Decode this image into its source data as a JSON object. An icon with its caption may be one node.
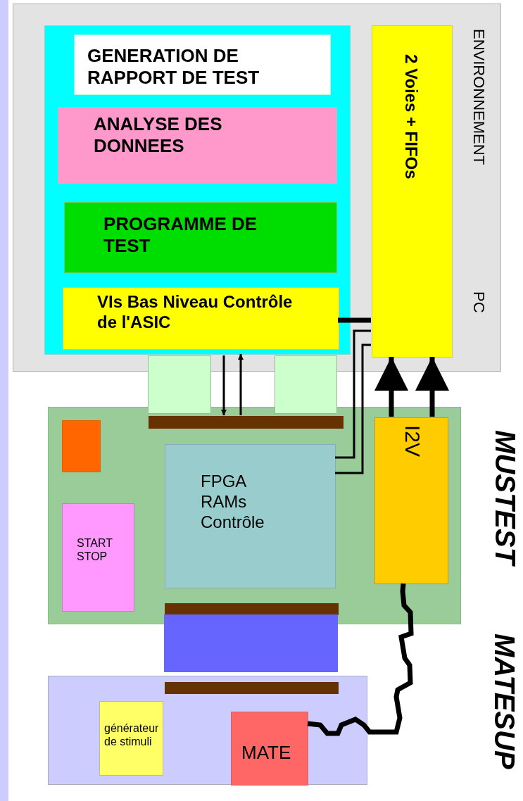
{
  "diagram": {
    "nodes": [
      {
        "text": [
          "ENVIRONNEMENT",
          "PC"
        ]
      },
      {
        "text": [],
        "shape": "box",
        "in": 0
      },
      {
        "text": [
          "GENERATION DE RAPPORT DE TEST"
        ],
        "in": 1
      },
      {
        "text": [
          "ANALYSE DES DONNEES"
        ],
        "in": 1
      },
      {
        "text": [
          "PROGRAMME DE TEST"
        ],
        "in": 1
      },
      {
        "text": [
          "VIs Bas Niveau Contrôle de l'ASIC"
        ],
        "in": 1
      },
      {
        "text": [
          "2 Voies + FIFOs"
        ],
        "in": 0
      },
      {
        "text": [
          "MUSTEST"
        ]
      },
      {
        "text": [],
        "shape": "box"
      },
      {
        "text": [],
        "shape": "box"
      },
      {
        "text": [],
        "shape": "bar",
        "in": 7
      },
      {
        "text": [],
        "shape": "box",
        "in": 7
      },
      {
        "text": [
          "START STOP"
        ],
        "in": 7
      },
      {
        "text": [
          "FPGA RAMs Contrôle"
        ],
        "in": 7
      },
      {
        "text": [
          "I2V"
        ],
        "in": 7
      },
      {
        "text": [],
        "shape": "bar",
        "in": 7
      },
      {
        "text": [],
        "shape": "box"
      },
      {
        "text": [],
        "shape": "box"
      },
      {
        "text": [],
        "shape": "bar",
        "in": 17
      },
      {
        "text": [
          "générateur de stimuli"
        ],
        "in": 17
      },
      {
        "text": [
          "MATE"
        ],
        "in": 17
      }
    ],
    "edges": [
      {
        "from": 5,
        "to": 10,
        "arrow": "to"
      },
      {
        "from": 10,
        "to": 5,
        "arrow": "to"
      },
      {
        "from": 5,
        "to": 6,
        "arrow": "none",
        "style": "thick"
      },
      {
        "from": 13,
        "to": 6,
        "arrow": "none"
      },
      {
        "from": 13,
        "to": 6,
        "arrow": "none"
      },
      {
        "from": 14,
        "to": 6,
        "arrow": "to",
        "style": "thick"
      },
      {
        "from": 14,
        "to": 6,
        "arrow": "to",
        "style": "thick"
      },
      {
        "from": 14,
        "to": 20,
        "arrow": "none",
        "style": "thick"
      }
    ],
    "labels": [
      "MATESUP"
    ]
  }
}
